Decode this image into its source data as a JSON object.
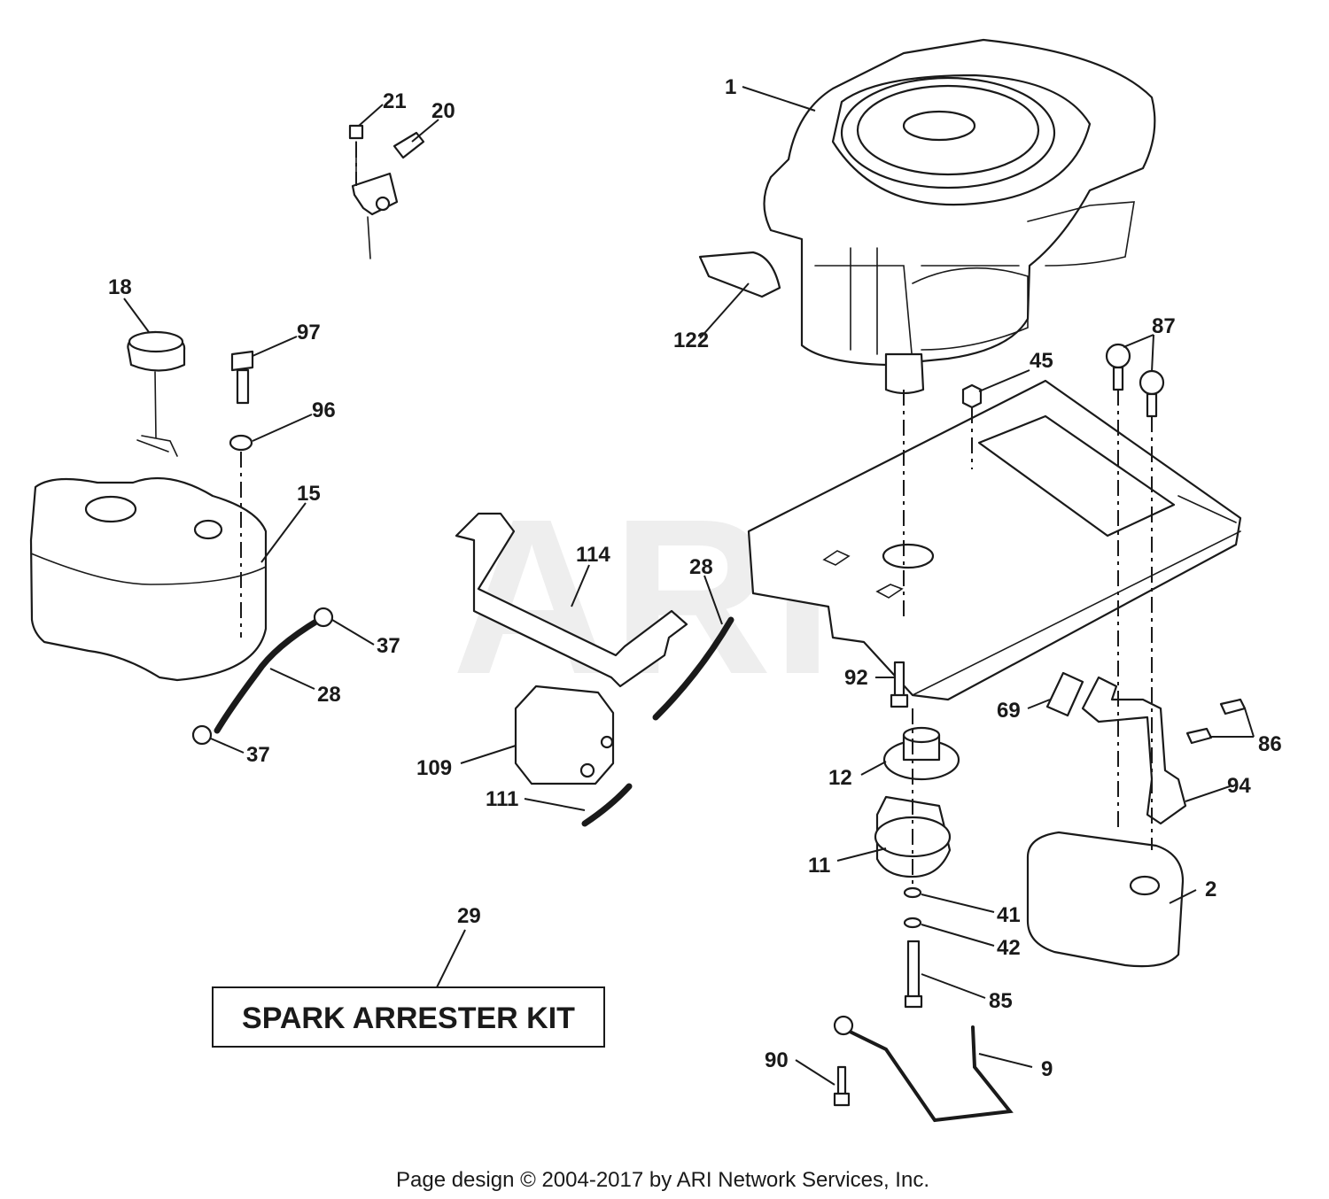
{
  "watermark": "ARI",
  "callouts": {
    "c1": "1",
    "c2": "2",
    "c9": "9",
    "c11": "11",
    "c12": "12",
    "c15": "15",
    "c18": "18",
    "c20": "20",
    "c21": "21",
    "c28a": "28",
    "c28b": "28",
    "c29": "29",
    "c37a": "37",
    "c37b": "37",
    "c41": "41",
    "c42": "42",
    "c45": "45",
    "c69": "69",
    "c85": "85",
    "c86": "86",
    "c87": "87",
    "c90": "90",
    "c92": "92",
    "c94": "94",
    "c96": "96",
    "c97": "97",
    "c109": "109",
    "c111": "111",
    "c114": "114",
    "c122": "122"
  },
  "kit_label": "SPARK ARRESTER KIT",
  "footer": "Page design © 2004-2017 by ARI Network Services, Inc."
}
